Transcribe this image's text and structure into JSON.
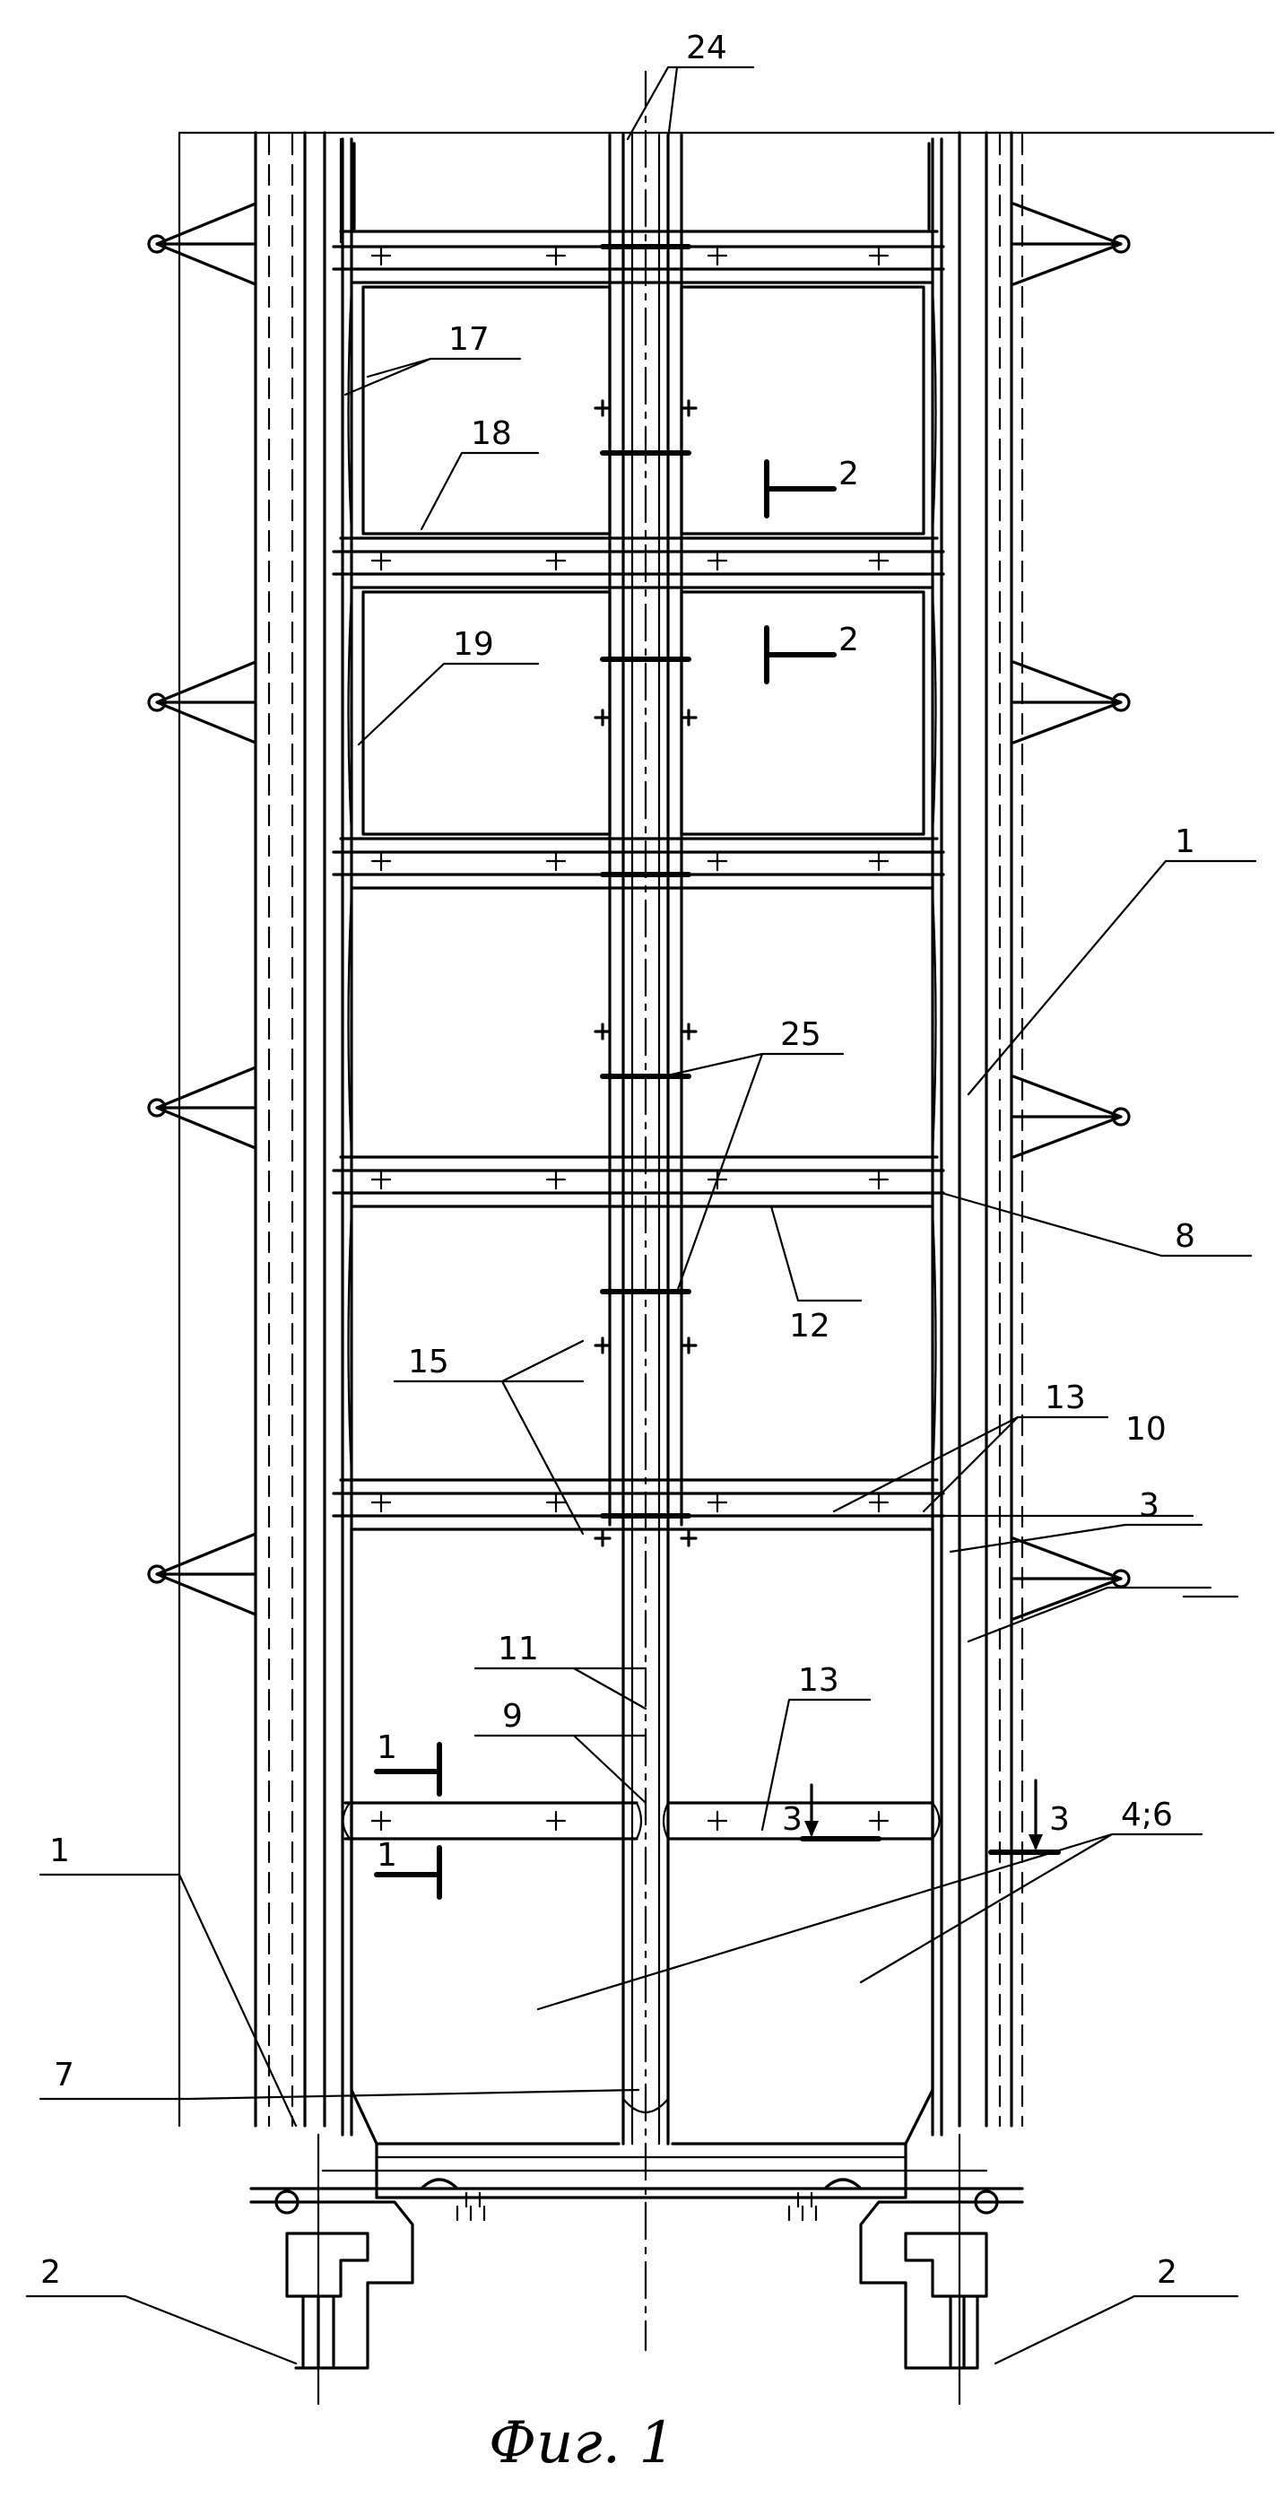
{
  "figure": {
    "caption": "Фиг. 1",
    "callouts": [
      "24",
      "17",
      "18",
      "19",
      "1",
      "25",
      "8",
      "12",
      "15",
      "13",
      "10",
      "3",
      "11",
      "9",
      "3",
      "4;6",
      "7",
      "2",
      "2",
      "1"
    ],
    "section_marks": [
      "2",
      "2",
      "1",
      "1",
      "3",
      "3"
    ]
  },
  "colors": {
    "ink": "#000000",
    "paper": "#ffffff"
  }
}
